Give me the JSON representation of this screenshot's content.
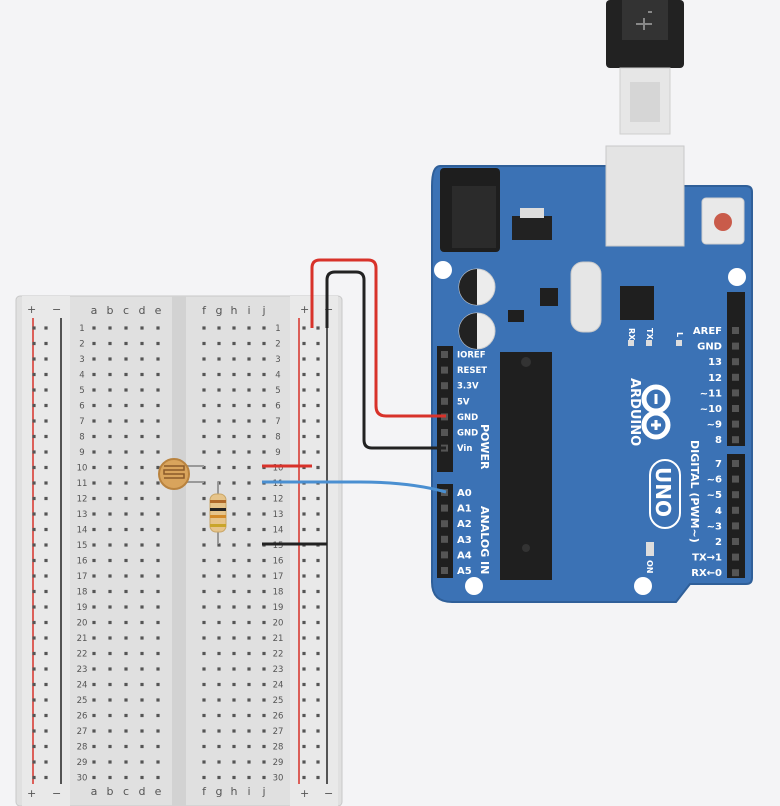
{
  "breadboard": {
    "columns_left": [
      "a",
      "b",
      "c",
      "d",
      "e"
    ],
    "columns_right": [
      "f",
      "g",
      "h",
      "i",
      "j"
    ],
    "rows": [
      "1",
      "2",
      "3",
      "4",
      "5",
      "6",
      "7",
      "8",
      "9",
      "10",
      "11",
      "12",
      "13",
      "14",
      "15",
      "16",
      "17",
      "18",
      "19",
      "20",
      "21",
      "22",
      "23",
      "24",
      "25",
      "26",
      "27",
      "28",
      "29",
      "30"
    ],
    "rail_plus": "+",
    "rail_minus": "−"
  },
  "arduino": {
    "brand": "ARDUINO",
    "model": "UNO",
    "power_header_title": "POWER",
    "power_pins": [
      "IOREF",
      "RESET",
      "3.3V",
      "5V",
      "GND",
      "GND",
      "Vin"
    ],
    "analog_header_title": "ANALOG IN",
    "analog_pins": [
      "A0",
      "A1",
      "A2",
      "A3",
      "A4",
      "A5"
    ],
    "digital_header_title": "DIGITAL (PWM~)",
    "digital_pins_top": [
      "AREF",
      "GND",
      "13",
      "12",
      "~11",
      "~10",
      "~9",
      "8"
    ],
    "digital_pins_bottom": [
      "7",
      "~6",
      "~5",
      "4",
      "~3",
      "2",
      "TX→1",
      "RX←0"
    ],
    "led_labels": [
      "RX",
      "TX",
      "L"
    ],
    "on_label": "ON"
  },
  "colors": {
    "board_blue": "#3b72b5",
    "wire_red": "#d8322a",
    "wire_black": "#222222",
    "wire_blue": "#4a8fd1",
    "rail_red": "#d8322a",
    "rail_black": "#222222"
  }
}
